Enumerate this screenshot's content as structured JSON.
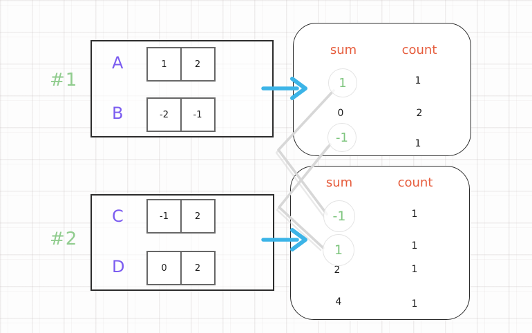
{
  "diagram": {
    "description_colors": {
      "group_label_green": "#90cc8e",
      "array_name_purple": "#7b5cf0",
      "result_header_orange": "#e65c3c",
      "matched_sum_green": "#7ec57e",
      "flow_arrow_blue": "#3cb4e7",
      "connector_gray": "#d7d7d7",
      "plain_text": "#1c1c1c"
    },
    "groups": [
      {
        "id_label": "#1",
        "arrays": [
          {
            "name": "A",
            "cells": [
              "1",
              "2"
            ]
          },
          {
            "name": "B",
            "cells": [
              "-2",
              "-1"
            ]
          }
        ],
        "result": {
          "sum_header": "sum",
          "count_header": "count",
          "rows": [
            {
              "sum": "1",
              "count": "1",
              "circled": true
            },
            {
              "sum": "0",
              "count": "2",
              "circled": false
            },
            {
              "sum": "-1",
              "count": "1",
              "circled": true
            }
          ]
        }
      },
      {
        "id_label": "#2",
        "arrays": [
          {
            "name": "C",
            "cells": [
              "-1",
              "2"
            ]
          },
          {
            "name": "D",
            "cells": [
              "0",
              "2"
            ]
          }
        ],
        "result": {
          "sum_header": "sum",
          "count_header": "count",
          "rows": [
            {
              "sum": "-1",
              "count": "1",
              "circled": true
            },
            {
              "sum": "1",
              "count": "1",
              "circled": true
            },
            {
              "sum": "2",
              "count": "1",
              "circled": false
            },
            {
              "sum": "4",
              "count": "1",
              "circled": false
            }
          ]
        }
      }
    ],
    "connections": [
      {
        "from": "group1 sum 1",
        "to": "group2 sum -1"
      },
      {
        "from": "group1 sum -1",
        "to": "group2 sum 1"
      }
    ]
  }
}
